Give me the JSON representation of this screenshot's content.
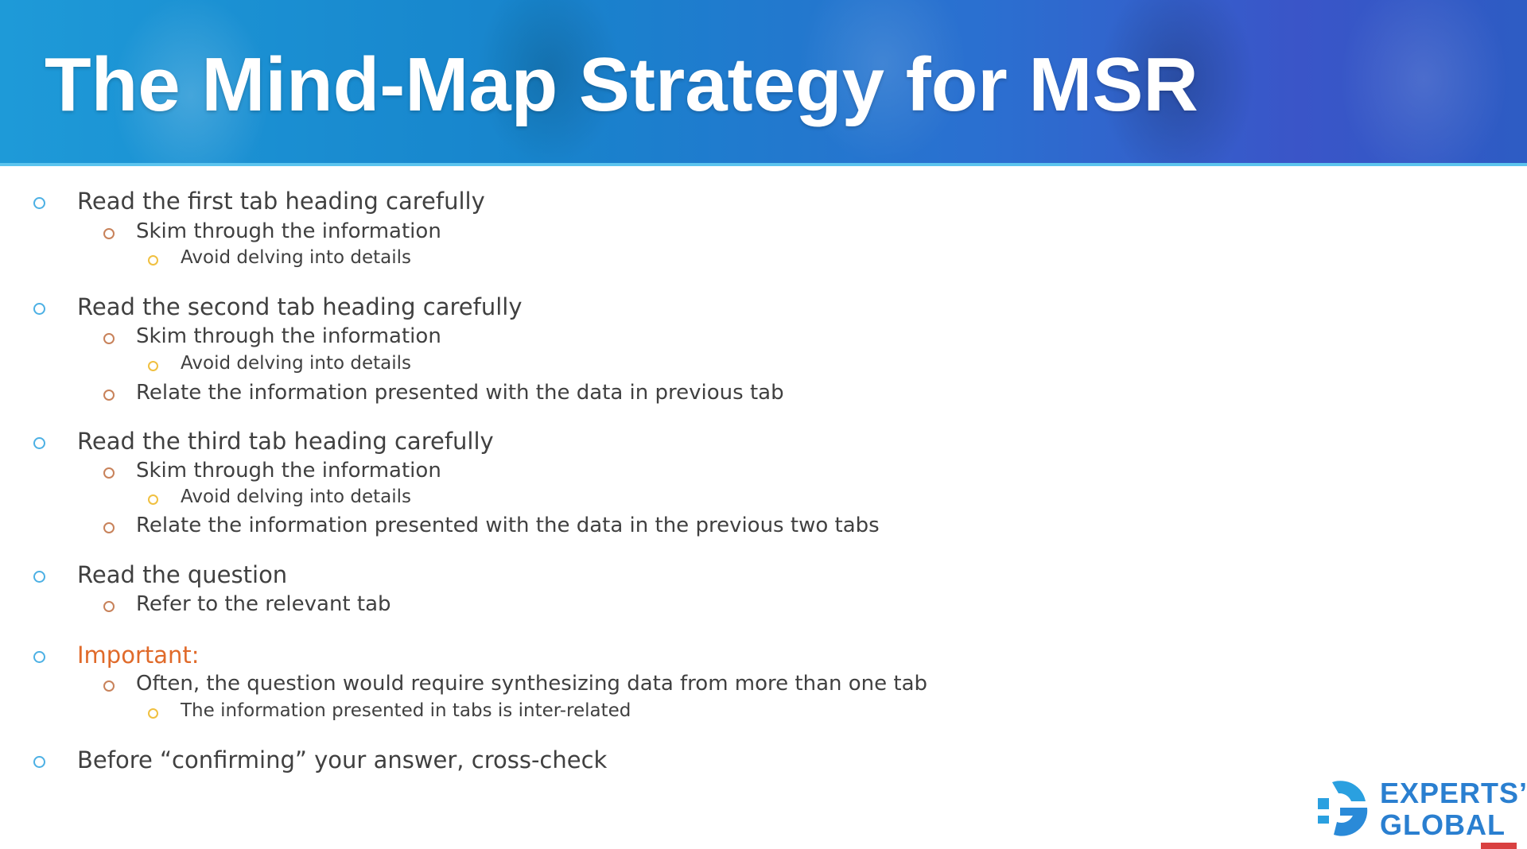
{
  "slide": {
    "title": "The Mind-Map Strategy for MSR",
    "items": [
      {
        "level": 1,
        "text": "Read the first tab heading carefully"
      },
      {
        "level": 2,
        "text": "Skim through the information"
      },
      {
        "level": 3,
        "text": "Avoid delving into details"
      },
      {
        "level": 1,
        "text": "Read the second tab heading carefully"
      },
      {
        "level": 2,
        "text": "Skim through the information"
      },
      {
        "level": 3,
        "text": "Avoid delving into details"
      },
      {
        "level": 2,
        "text": "Relate the information presented with the data in previous tab"
      },
      {
        "level": 1,
        "text": "Read the third tab heading carefully"
      },
      {
        "level": 2,
        "text": "Skim through the information"
      },
      {
        "level": 3,
        "text": "Avoid delving into details"
      },
      {
        "level": 2,
        "text": "Relate the information presented with the data in the previous two tabs"
      },
      {
        "level": 1,
        "text": "Read the question"
      },
      {
        "level": 2,
        "text": "Refer to the relevant tab"
      },
      {
        "level": 1,
        "text": "Important:",
        "highlight": true
      },
      {
        "level": 2,
        "text": "Often, the question would require synthesizing data from more than one tab"
      },
      {
        "level": 3,
        "text": "The information presented in tabs is inter-related"
      },
      {
        "level": 1,
        "text": "Before “confirming” your answer, cross-check"
      }
    ]
  },
  "logo": {
    "line1": "EXPERTS’",
    "line2": "GLOBAL",
    "brand_color": "#2a7fd0"
  },
  "colors": {
    "bullet_level1": "#4cb0e4",
    "bullet_level2": "#c8825a",
    "bullet_level3": "#f0c040",
    "important": "#e06a2a"
  }
}
